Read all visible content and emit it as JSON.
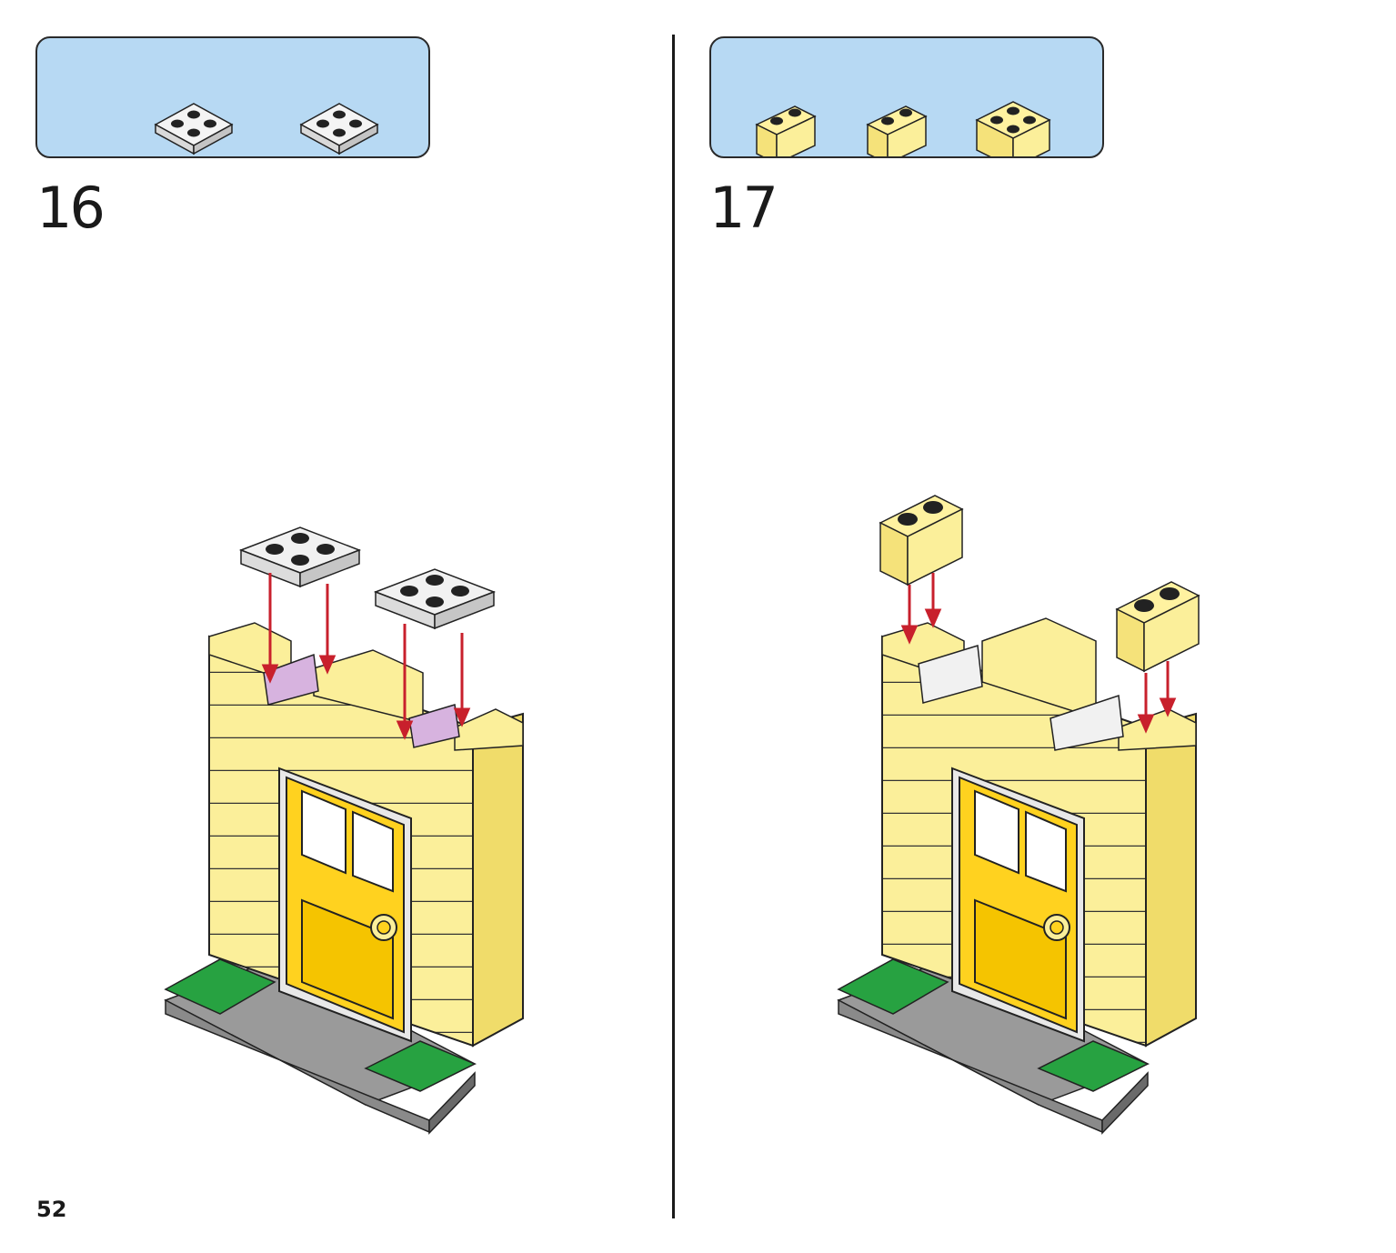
{
  "page": {
    "number": "52"
  },
  "steps": [
    {
      "number": "16",
      "parts": [
        "white-2x2-plate-icon",
        "white-2x2-plate-icon"
      ]
    },
    {
      "number": "17",
      "parts": [
        "yellow-1x2-brick-icon",
        "yellow-1x2-brick-icon",
        "yellow-2x2-brick-icon"
      ]
    }
  ],
  "colors": {
    "parts_box": "#b7d9f3",
    "brick_yellow": "#fbef9a",
    "door_yellow": "#ffd21f",
    "plate_white": "#f1f1f1",
    "plate_green": "#27a241",
    "plate_gray": "#6e6e6e",
    "tile_lilac": "#d7b3df",
    "arrow_red": "#c8202c"
  }
}
